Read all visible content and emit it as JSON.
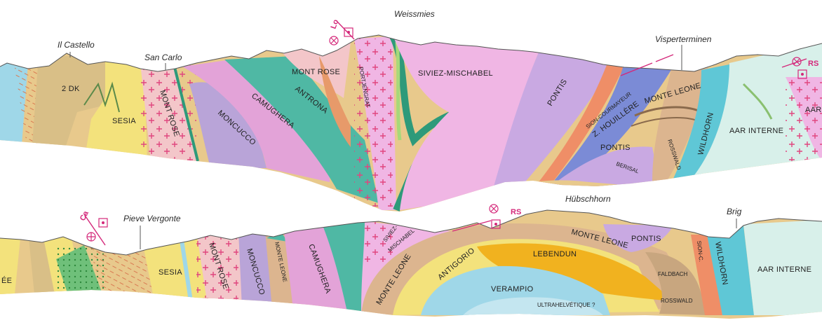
{
  "colors": {
    "sesia": "#f3e27c",
    "dk": "#d9bf87",
    "monte_rosa": "#f3c6c9",
    "moncucco": "#b9a4d8",
    "camughera": "#e3a3d8",
    "antrona": "#4fb8a4",
    "orange": "#e79a6a",
    "siviez_mischabel": "#f0b6e4",
    "pontis": "#c9a9e2",
    "houillere": "#7b8bd6",
    "sion": "#ef8e67",
    "monte_leone": "#dcb58f",
    "wildhorn": "#5fc7d6",
    "aar": "#d8f0ea",
    "lebendun": "#f1b21f",
    "verampio": "#9fd7e8",
    "ornament": "#e0457e"
  },
  "top": {
    "places": {
      "castello": "Il Castello",
      "san_carlo": "San Carlo",
      "weissmies": "Weissmies",
      "visperterminen": "Visperterminen"
    },
    "units": {
      "dk": "2 DK",
      "sesia": "SESIA",
      "mont_rose_1": "MONT ROSE",
      "moncucco": "MONCUCCO",
      "camughera": "CAMUGHERA",
      "antrona": "ANTRONA",
      "mont_rose_2": "MONT ROSE",
      "portjengrat": "PORTJENGRAT",
      "siviez": "SIVIEZ-MISCHABEL",
      "pontis": "PONTIS",
      "sion": "SION-COURMAYEUR",
      "houillere": "Z. HOUILLÈRE",
      "monte_leone": "MONTE LEONE",
      "rosswald": "ROSSWALD",
      "wildhorn": "WILDHORN",
      "aar_interne": "AAR INTERNE",
      "aar": "AAR",
      "pontis_2": "PONTIS",
      "berisal": "BERISAL"
    },
    "marks": {
      "lo": "Lo",
      "rs": "RS"
    }
  },
  "bottom": {
    "places": {
      "pieve": "Pieve Vergonte",
      "hubschhorn": "Hübschhorn",
      "brig": "Brig"
    },
    "units": {
      "ee": "ÉE",
      "sesia": "SESIA",
      "mont_rose": "MONT ROSE",
      "moncucco": "MONCUCCO",
      "monte_leone_1": "MONTE LEONE",
      "camughera": "CAMUGHERA",
      "siviez": "SIVIEZ-\nMISCHABEL",
      "siviez_a": "SIVIEZ-",
      "siviez_b": "MISCHABEL",
      "monte_leone_2": "MONTE LEONE",
      "antigorio": "ANTIGORIO",
      "lebendun": "LEBENDUN",
      "monte_leone_3": "MONTE LEONE",
      "pontis": "PONTIS",
      "verampio": "VERAMPIO",
      "ultrahelvetique": "ULTRAHELVÉTIQUE ?",
      "faldbach": "FALDBACH",
      "rosswald": "ROSSWALD",
      "sion": "SION-C.",
      "wildhorn": "WILDHORN",
      "aar_interne": "AAR INTERNE"
    },
    "marks": {
      "ca": "Ca",
      "rs": "RS"
    }
  }
}
